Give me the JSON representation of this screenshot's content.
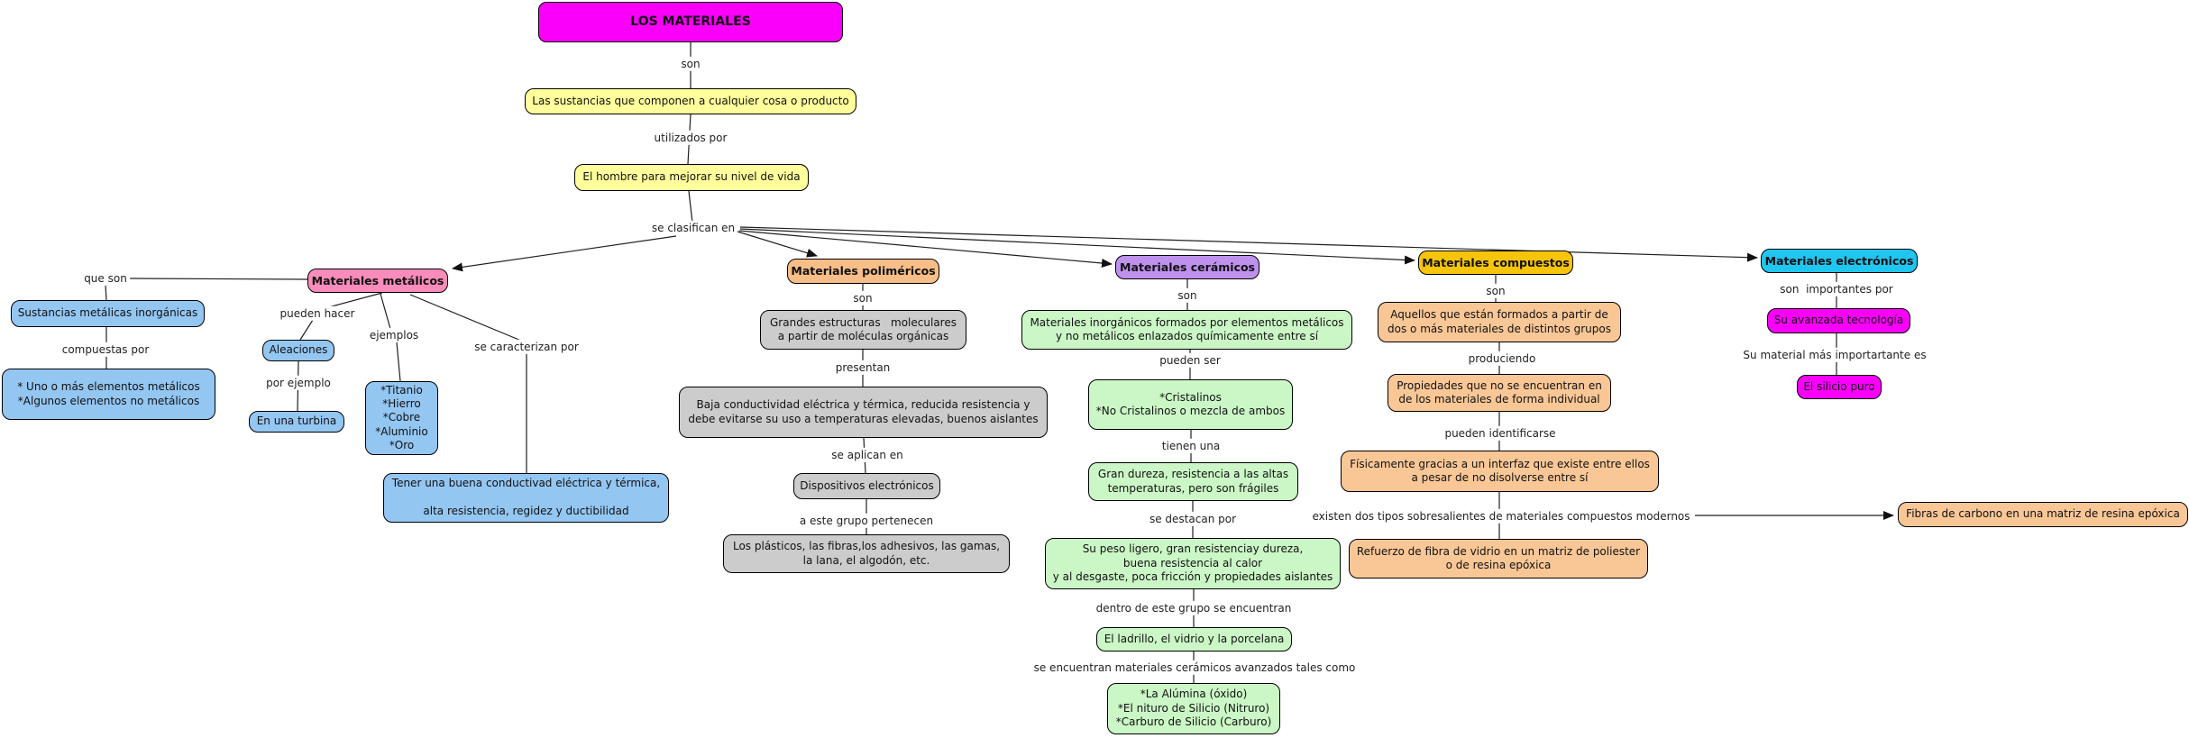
{
  "diagram_title": "LOS MATERIALES",
  "colors": {
    "magenta": "#FA00FA",
    "yellow": "#FFFF9C",
    "pink": "#F98CBA",
    "blue": "#94C6F2",
    "gray": "#CCCCCC",
    "peach": "#F8BE88",
    "purple": "#BE91ED",
    "green": "#CBF7C6",
    "gold": "#F6C50A",
    "orange": "#F9C796",
    "cyan": "#20C5F0",
    "line": "#1f1f1f"
  },
  "nodes": [
    {
      "id": "los-materiales",
      "text": "LOS MATERIALES",
      "color": "magenta",
      "bold": true,
      "title": true
    },
    {
      "id": "sustancias-producto",
      "text": "Las sustancias que componen a cualquier cosa o producto",
      "color": "yellow",
      "bold": false
    },
    {
      "id": "hombre-nivel-vida",
      "text": "El hombre para mejorar su nivel de vida",
      "color": "yellow",
      "bold": false
    },
    {
      "id": "materiales-metalicos",
      "text": "Materiales metálicos",
      "color": "pink",
      "bold": true
    },
    {
      "id": "sustancias-metalicas",
      "text": "Sustancias metálicas inorgánicas",
      "color": "blue",
      "bold": false
    },
    {
      "id": "elementos-metalicos",
      "text": "* Uno o más elementos metálicos\n*Algunos elementos no metálicos",
      "color": "blue",
      "bold": false
    },
    {
      "id": "aleaciones",
      "text": "Aleaciones",
      "color": "blue",
      "bold": false
    },
    {
      "id": "en-una-turbina",
      "text": "En una turbina",
      "color": "blue",
      "bold": false
    },
    {
      "id": "lista-metales",
      "text": "*Titanio\n*Hierro\n*Cobre\n*Aluminio\n*Oro",
      "color": "blue",
      "bold": false
    },
    {
      "id": "buena-conductividad",
      "text": "Tener una buena conductivad eléctrica y térmica,\n\nalta resistencia, regidez y ductibilidad",
      "color": "blue",
      "bold": false
    },
    {
      "id": "materiales-polimericos",
      "text": "Materiales poliméricos",
      "color": "peach",
      "bold": true
    },
    {
      "id": "grandes-estructuras",
      "text": "Grandes estructuras   moleculares\na partir de moléculas orgánicas",
      "color": "gray",
      "bold": false
    },
    {
      "id": "baja-conductividad",
      "text": "Baja conductividad eléctrica y térmica, reducida resistencia y\ndebe evitarse su uso a temperaturas elevadas, buenos aislantes",
      "color": "gray",
      "bold": false
    },
    {
      "id": "dispositivos-electronicos",
      "text": "Dispositivos electrónicos",
      "color": "gray",
      "bold": false
    },
    {
      "id": "plasticos-fibras",
      "text": "Los plásticos, las fibras,los adhesivos, las gamas,\nla lana, el algodón, etc.",
      "color": "gray",
      "bold": false
    },
    {
      "id": "materiales-ceramicos",
      "text": "Materiales cerámicos",
      "color": "purple",
      "bold": true
    },
    {
      "id": "inorganicos-formados",
      "text": "Materiales inorgánicos formados por elementos metálicos\ny no metálicos enlazados químicamente entre sí",
      "color": "green",
      "bold": false
    },
    {
      "id": "cristalinos",
      "text": "*Cristalinos\n*No Cristalinos o mezcla de ambos",
      "color": "green",
      "bold": false
    },
    {
      "id": "gran-dureza",
      "text": "Gran dureza, resistencia a las altas\ntemperaturas, pero son frágiles",
      "color": "green",
      "bold": false
    },
    {
      "id": "peso-ligero",
      "text": "Su peso ligero, gran resistenciay dureza,\nbuena resistencia al calor\ny al desgaste, poca fricción y propiedades aislantes",
      "color": "green",
      "bold": false
    },
    {
      "id": "ladrillo-vidrio",
      "text": "El ladrillo, el vidrio y la porcelana",
      "color": "green",
      "bold": false
    },
    {
      "id": "alumina-lista",
      "text": "*La Alúmina (óxido)\n*El nituro de Silicio (Nitruro)\n*Carburo de Silicio (Carburo)",
      "color": "green",
      "bold": false
    },
    {
      "id": "materiales-compuestos",
      "text": "Materiales compuestos",
      "color": "gold",
      "bold": true
    },
    {
      "id": "aquellos-formados",
      "text": "Aquellos que están formados a partir de\ndos o más materiales de distintos grupos",
      "color": "orange",
      "bold": false
    },
    {
      "id": "propiedades-no-individual",
      "text": "Propiedades que no se encuentran en\nde los materiales de forma individual",
      "color": "orange",
      "bold": false
    },
    {
      "id": "fisicamente-interfaz",
      "text": "Físicamente gracias a un interfaz que existe entre ellos\na pesar de no disolverse entre sí",
      "color": "orange",
      "bold": false
    },
    {
      "id": "refuerzo-fibra-vidrio",
      "text": "Refuerzo de fibra de vidrio en un matriz de poliester\no de resina epóxica",
      "color": "orange",
      "bold": false
    },
    {
      "id": "materiales-electronicos",
      "text": "Materiales electrónicos",
      "color": "cyan",
      "bold": true
    },
    {
      "id": "avanzada-tecnologia",
      "text": "Su avanzada tecnología",
      "color": "magenta",
      "bold": false
    },
    {
      "id": "silicio-puro",
      "text": "El silicio puro",
      "color": "magenta",
      "bold": false
    },
    {
      "id": "fibras-carbono",
      "text": "Fibras de carbono en una matriz de resina epóxica",
      "color": "orange",
      "bold": false
    }
  ],
  "edge_labels": [
    {
      "id": "son-1",
      "text": "son"
    },
    {
      "id": "utilizados-por",
      "text": "utilizados por"
    },
    {
      "id": "se-clasifican-en",
      "text": "se clasifican en"
    },
    {
      "id": "que-son",
      "text": "que son"
    },
    {
      "id": "compuestas-por",
      "text": "compuestas por"
    },
    {
      "id": "pueden-hacer",
      "text": "pueden hacer"
    },
    {
      "id": "por-ejemplo",
      "text": "por ejemplo"
    },
    {
      "id": "ejemplos",
      "text": "ejemplos"
    },
    {
      "id": "se-caracterizan-por",
      "text": "se caracterizan por"
    },
    {
      "id": "son-2",
      "text": "son"
    },
    {
      "id": "presentan",
      "text": "presentan"
    },
    {
      "id": "se-aplican-en",
      "text": "se aplican en"
    },
    {
      "id": "a-este-grupo-pertenecen",
      "text": "a este grupo pertenecen"
    },
    {
      "id": "son-3",
      "text": "son"
    },
    {
      "id": "pueden-ser",
      "text": "pueden ser"
    },
    {
      "id": "tienen-una",
      "text": "tienen una"
    },
    {
      "id": "se-destacan-por",
      "text": "se destacan por"
    },
    {
      "id": "dentro-de-este-grupo",
      "text": "dentro de este grupo se encuentran"
    },
    {
      "id": "se-encuentran-avanzados",
      "text": "se encuentran materiales cerámicos avanzados tales como"
    },
    {
      "id": "son-4",
      "text": "son"
    },
    {
      "id": "produciendo",
      "text": "produciendo"
    },
    {
      "id": "pueden-identificarse",
      "text": "pueden identificarse"
    },
    {
      "id": "existen-dos-tipos",
      "text": "existen dos tipos sobresalientes de materiales compuestos modernos"
    },
    {
      "id": "son-importantes-por",
      "text": "son  importantes por"
    },
    {
      "id": "su-material-mas-importante",
      "text": "Su material más importartante es"
    }
  ]
}
